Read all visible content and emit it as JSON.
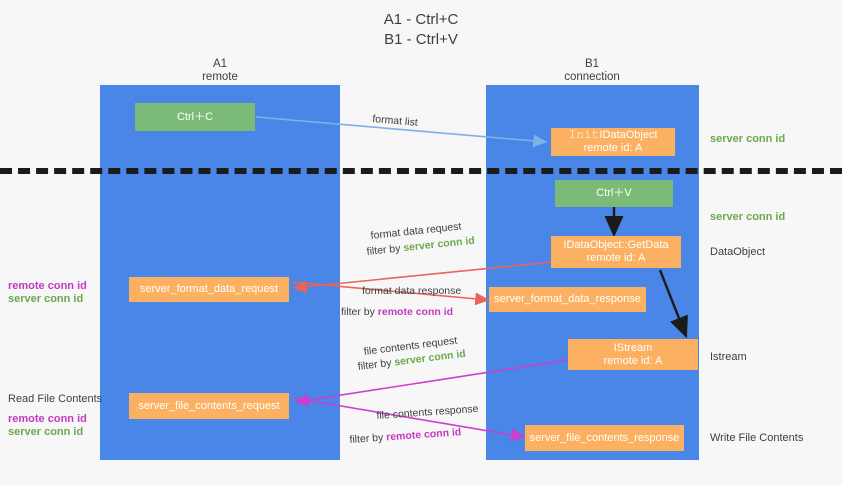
{
  "title": "A1 - Ctrl+C\nB1 - Ctrl+V",
  "columns": {
    "a": "A1\nremote",
    "b": "B1\nconnection"
  },
  "boxes": {
    "ctrl_c": "Ctrl＋C",
    "ctrl_v": "Ctrl＋V",
    "idataobject_format_list": "𝙸𝚗𝚒𝚝IDataObject\nremote id: A",
    "idataobject_getdata": "IDataObject::GetData\nremote id: A",
    "istream": "IStream\nremote id: A",
    "server_format_data_request": "server_format_data_request",
    "server_format_data_response": "server_format_data_response",
    "server_file_contents_request": "server_file_contents_request",
    "server_file_contents_response": "server_file_contents_response"
  },
  "right_labels": {
    "server_conn_id_top": "server conn id",
    "server_conn_id_mid": "server conn id",
    "dataobject": "DataObject",
    "istream": "Istream",
    "write_file_contents": "Write File Contents"
  },
  "left_labels": {
    "remote_conn_id_mid": "remote conn id",
    "server_conn_id_mid": "server conn id",
    "read_file_contents": "Read File Contents",
    "remote_conn_id_low": "remote conn id",
    "server_conn_id_low": "server conn id"
  },
  "edges": {
    "format_list": "format list",
    "format_data_request": "format data request",
    "format_data_request_filter_prefix": "filter by ",
    "format_data_request_filter_value": "server conn id",
    "format_data_response": "format data response",
    "format_data_response_filter_prefix": "filter by ",
    "format_data_response_filter_value": "remote conn id",
    "file_contents_request": "file contents request",
    "file_contents_request_filter_prefix": "filter by ",
    "file_contents_request_filter_value": "server conn id",
    "file_contents_response": "file contents response",
    "file_contents_response_filter_prefix": "filter by ",
    "file_contents_response_filter_value": "remote conn id"
  },
  "colors": {
    "lane": "#4a86e8",
    "green_box": "#7cbb77",
    "orange_box": "#fbb161",
    "green_text": "#6aa84f",
    "purple_text": "#c239c2",
    "blue_arrow": "#7fb1e8",
    "red_arrow": "#e8645a",
    "magenta_arrow": "#cc3fcc",
    "black_arrow": "#1b1b1b",
    "background": "#f7f7f7"
  }
}
